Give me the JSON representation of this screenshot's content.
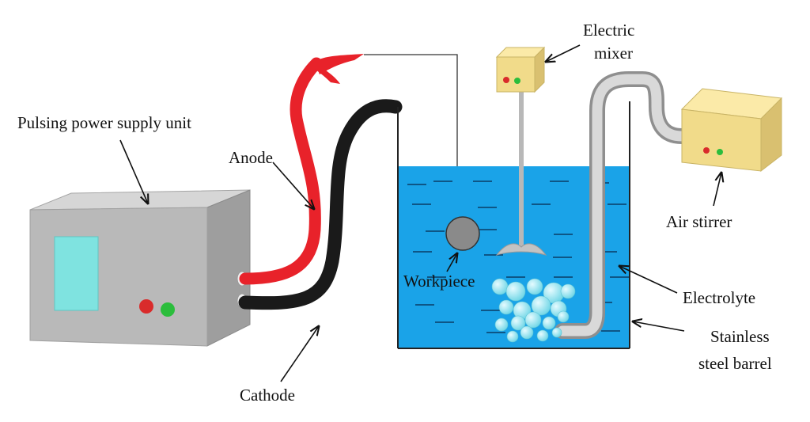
{
  "labels": {
    "power_supply": "Pulsing power supply unit",
    "anode": "Anode",
    "cathode": "Cathode",
    "workpiece": "Workpiece",
    "mixer_line1": "Electric",
    "mixer_line2": "mixer",
    "air_stirrer": "Air stirrer",
    "electrolyte": "Electrolyte",
    "barrel_line1": "Stainless",
    "barrel_line2": "steel barrel"
  },
  "colors": {
    "electrolyte": "#1aa3e8",
    "anode_cable": "#e8222a",
    "cathode_cable": "#1a1a1a",
    "power_box": "#b9b9b9",
    "display": "#7fe3e0",
    "led_red": "#d92b2b",
    "led_green": "#2bbd3c",
    "motor_box": "#f1db8a",
    "workpiece": "#8a8a8a",
    "bubbles": "#8ee8f0",
    "air_pipe": "#c9c9c9"
  },
  "icons": [
    "power-supply-icon",
    "electric-mixer-icon",
    "air-stirrer-icon",
    "anode-clip-icon",
    "workpiece-icon",
    "bubble-icon"
  ]
}
